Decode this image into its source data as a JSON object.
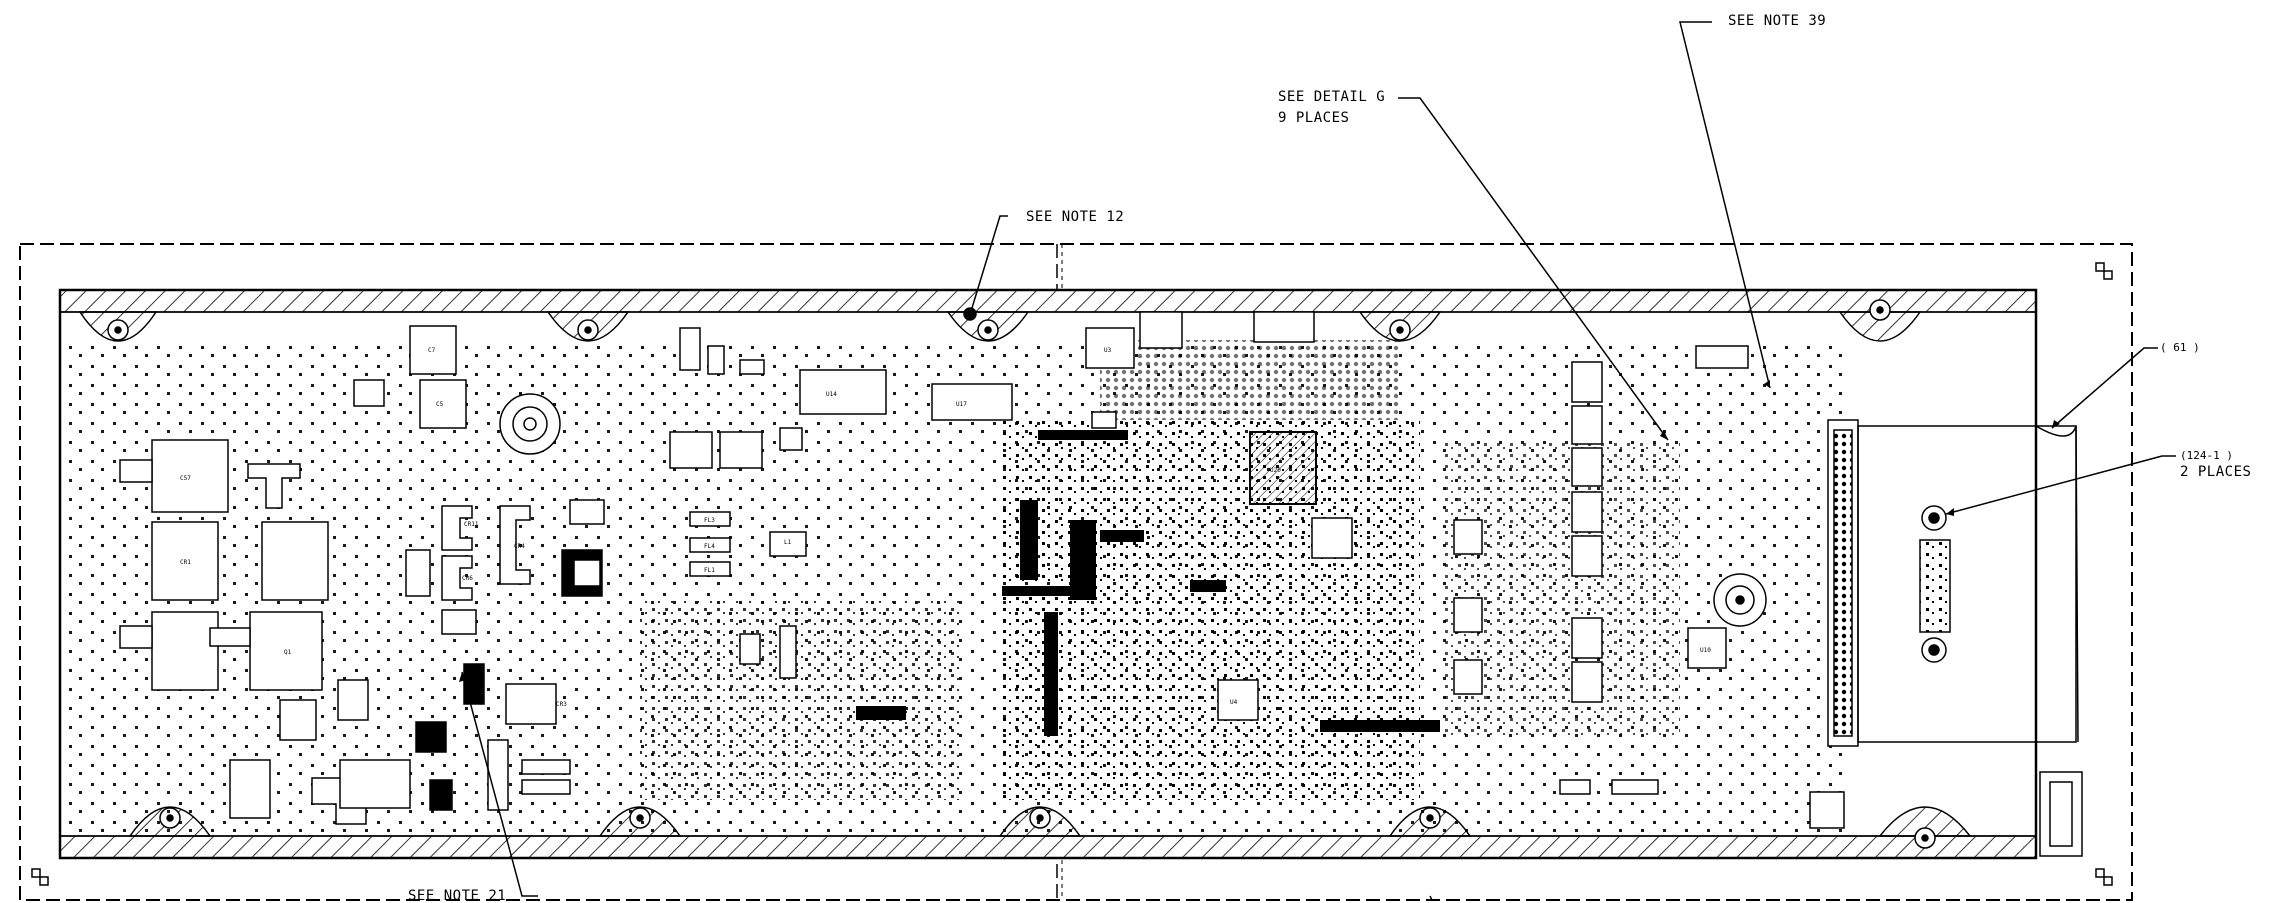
{
  "callouts": {
    "note12": "SEE NOTE 12",
    "detail_g_line1": "SEE DETAIL G",
    "detail_g_line2": "9 PLACES",
    "note39": "SEE NOTE 39",
    "ref61": "( 61 )",
    "ref124_line1": "(124-1 )",
    "ref124_line2": "2 PLACES",
    "note21": "SEE NOTE 21"
  },
  "component_labels": [
    "C7",
    "C5",
    "CR11",
    "CR6",
    "CR4",
    "U3",
    "U14",
    "U17",
    "U20",
    "L1",
    "FL3",
    "FL4",
    "FL1",
    "C57",
    "CR1",
    "Q1",
    "CR3",
    "U4",
    "U10"
  ]
}
